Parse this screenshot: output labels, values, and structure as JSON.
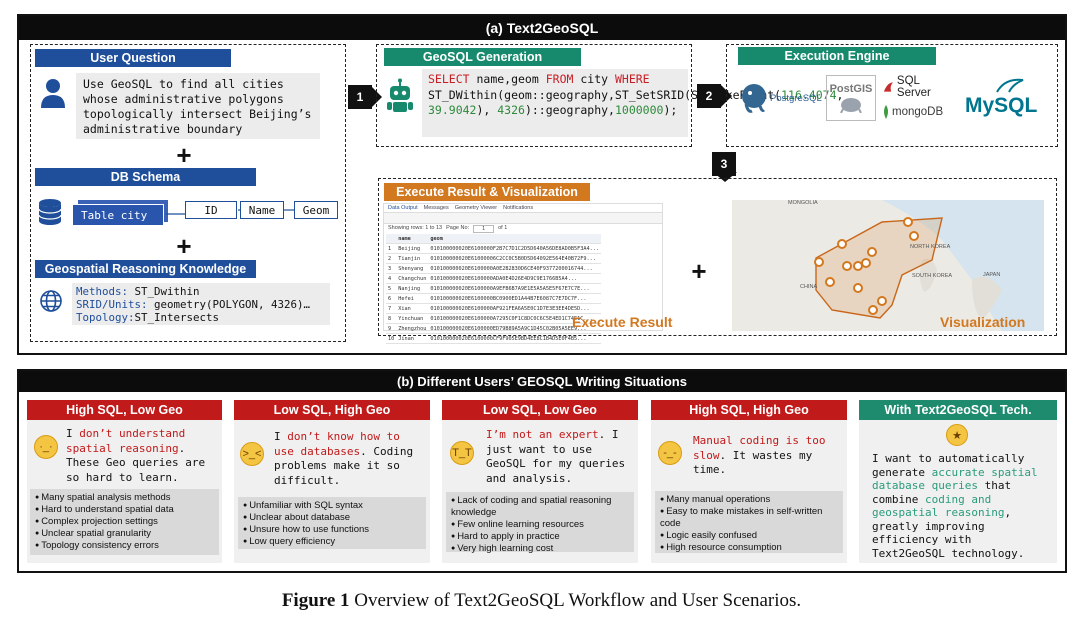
{
  "panel_a": {
    "title": "(a) Text2GeoSQL",
    "user_question": {
      "header": "User Question",
      "text": "Use GeoSQL to find all cities whose administrative polygons topologically intersect Beijing’s administrative boundary"
    },
    "db_schema": {
      "header": "DB Schema",
      "table": "Table city",
      "columns": [
        "ID",
        "Name",
        "Geom"
      ]
    },
    "knowledge": {
      "header": "Geospatial Reasoning Knowledge",
      "lines": [
        {
          "label": "Methods: ",
          "value": "ST_Dwithin"
        },
        {
          "label": "SRID/Units: ",
          "value": "geometry(POLYGON, 4326)…"
        },
        {
          "label": "Topology:",
          "value": "ST_Intersects"
        }
      ]
    },
    "steps": [
      "1",
      "2",
      "3"
    ],
    "geosql": {
      "header": "GeoSQL Generation",
      "sql": [
        {
          "t": "SELECT",
          "c": "kw"
        },
        {
          "t": " name,geom ",
          "c": ""
        },
        {
          "t": "FROM",
          "c": "kw"
        },
        {
          "t": " city ",
          "c": ""
        },
        {
          "t": "WHERE",
          "c": "kw"
        },
        {
          "t": " ST_DWithin(geom::geography,ST_SetSRID(ST_MakePoint(",
          "c": ""
        },
        {
          "t": "116.4074",
          "c": "num"
        },
        {
          "t": ", ",
          "c": ""
        },
        {
          "t": "39.9042",
          "c": "num"
        },
        {
          "t": "), ",
          "c": ""
        },
        {
          "t": "4326",
          "c": "num"
        },
        {
          "t": ")::geography,",
          "c": ""
        },
        {
          "t": "1000000",
          "c": "num"
        },
        {
          "t": ");",
          "c": ""
        }
      ]
    },
    "engine": {
      "header": "Execution Engine",
      "logos": [
        "PostgreSQL",
        "PostGIS",
        "SQL Server",
        "mongoDB",
        "MySQL"
      ]
    },
    "result": {
      "header": "Execute Result & Visualization",
      "tabs": [
        "Data Output",
        "Messages",
        "Geometry Viewer",
        "Notifications"
      ],
      "toolbar_text": "Showing rows: 1 to 13",
      "page_label": "Page No:",
      "page_value": "1",
      "of_label": "of 1",
      "columns": [
        "name",
        "geom"
      ],
      "rows": [
        [
          "1",
          "Beijing",
          "010100000020E6100000F2B7C7D1C2D5D640A56DE8AD0B5F3A4..."
        ],
        [
          "2",
          "Tianjin",
          "010100000020E61000006C2CC0C5B0D5D64092E564E40B72F9..."
        ],
        [
          "3",
          "Shenyang",
          "010100000020E6100000A0E2B2830D6CE40F9377200016744..."
        ],
        [
          "4",
          "Changchun",
          "010100000020E6100000ADA0E4D26E4D9C9E1766B5A4..."
        ],
        [
          "5",
          "Nanjing",
          "010100000020E6100000A9EFB6B7A9E1E5A5A5E5F67E7C7E..."
        ],
        [
          "6",
          "Hefei",
          "010100000020E6100000BC0900ED1A44B7E6087C7E7DC7F..."
        ],
        [
          "7",
          "Xian",
          "010100000020E6100000AF921FEA6A5E0C1D7E3E3EE4DE5D..."
        ],
        [
          "8",
          "Yinchuan",
          "010100000020E6100000A7295C0F1C8DC0C6C5E4ED1C74E1C..."
        ],
        [
          "9",
          "Zhengzhou",
          "010100000020E6100000ED79B89A5A9C1D45C02B05A5EE9..."
        ],
        [
          "10",
          "Jinan",
          "010100000020E6100000CF9F905E9BD4EE8C1B4D5E0F4B5..."
        ]
      ],
      "execute_label": "Execute Result",
      "vis_label": "Visualization",
      "map_labels": [
        "MONGOLIA",
        "NORTH KOREA",
        "SOUTH KOREA",
        "CHINA",
        "JAPAN"
      ]
    }
  },
  "panel_b": {
    "title": "(b) Different Users’ GEOSQL Writing Situations",
    "cards": [
      {
        "header": "High SQL, Low Geo",
        "segments": [
          {
            "t": "I ",
            "c": ""
          },
          {
            "t": "don’t understand spatial reasoning",
            "c": "red"
          },
          {
            "t": ". These Geo queries are so hard to learn.",
            "c": ""
          }
        ],
        "bullets": [
          "Many spatial analysis methods",
          "Hard to understand spatial data",
          "Complex projection settings",
          "Unclear spatial granularity",
          "Topology consistency errors"
        ]
      },
      {
        "header": "Low SQL, High Geo",
        "segments": [
          {
            "t": "I ",
            "c": ""
          },
          {
            "t": "don’t know how to use databases",
            "c": "red"
          },
          {
            "t": ". Coding problems make it so difficult.",
            "c": ""
          }
        ],
        "bullets": [
          "Unfamiliar with SQL syntax",
          "Unclear about database",
          "Unsure how to use functions",
          "Low query efficiency"
        ]
      },
      {
        "header": "Low SQL, Low Geo",
        "segments": [
          {
            "t": "I’m not an expert",
            "c": "red"
          },
          {
            "t": ". I just want to use GeoSQL for my queries and analysis.",
            "c": ""
          }
        ],
        "bullets": [
          "Lack of coding and spatial reasoning knowledge",
          "Few online learning resources",
          "Hard to apply in practice",
          "Very high learning cost"
        ]
      },
      {
        "header": "High SQL, High Geo",
        "segments": [
          {
            "t": "Manual coding is too slow",
            "c": "red"
          },
          {
            "t": ". It wastes my time.",
            "c": ""
          }
        ],
        "bullets": [
          "Many manual operations",
          "Easy to make mistakes in self-written code",
          "Logic easily confused",
          "High resource consumption"
        ]
      },
      {
        "header": "With Text2GeoSQL Tech.",
        "segments": [
          {
            "t": "I want to automatically generate ",
            "c": ""
          },
          {
            "t": "accurate spatial database queries",
            "c": "teal"
          },
          {
            "t": " that combine ",
            "c": ""
          },
          {
            "t": "coding and geospatial reasoning",
            "c": "teal"
          },
          {
            "t": ", greatly improving efficiency with Text2GeoSQL technology.",
            "c": ""
          }
        ],
        "bullets": []
      }
    ]
  },
  "caption": {
    "bold": "Figure 1",
    "text": " Overview of Text2GeoSQL Workflow and User Scenarios."
  }
}
